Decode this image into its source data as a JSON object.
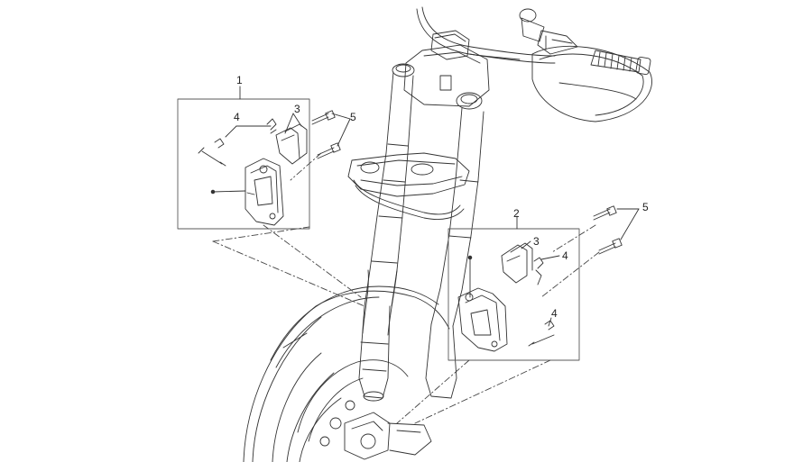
{
  "diagram": {
    "type": "exploded parts diagram",
    "callouts": {
      "front_brake_caliper_left": "1",
      "front_brake_caliper_right": "2",
      "brake_pads_left": "3",
      "brake_pads_right": "3",
      "pin_and_clip_left": "4",
      "pin_clip_right_upper": "4",
      "pin_clip_right_lower": "4",
      "screws_left": "5",
      "screws_right": "5"
    },
    "colors": {
      "line": "#333333",
      "frame": "#5a5a5a",
      "background": "#ffffff"
    }
  }
}
